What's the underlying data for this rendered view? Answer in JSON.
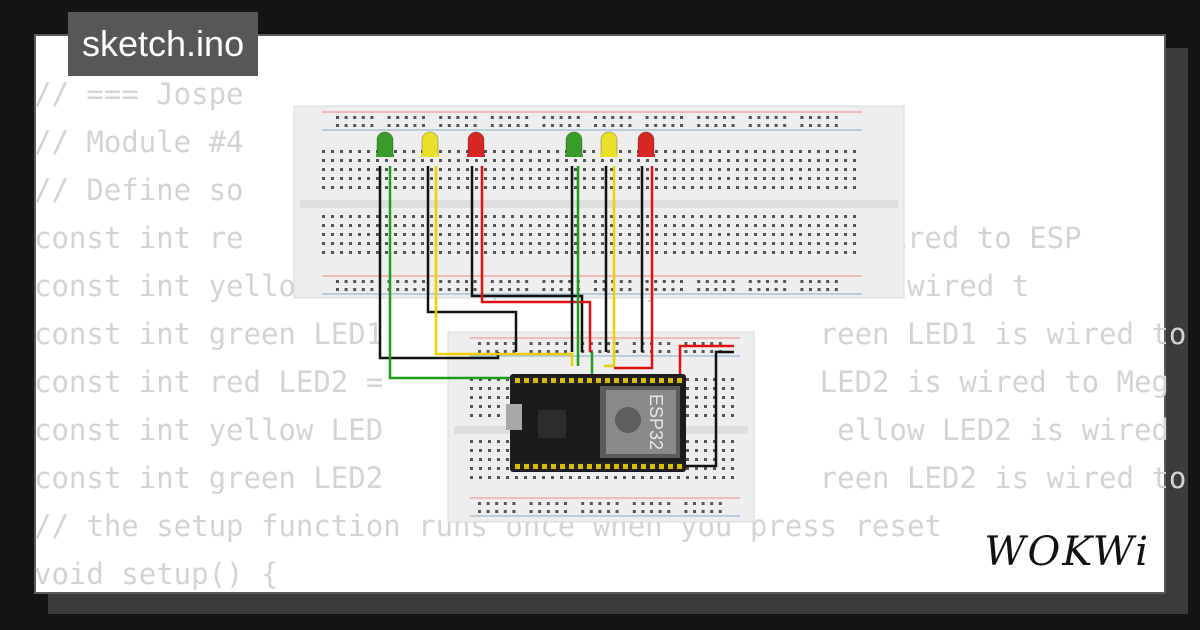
{
  "file_tab": {
    "title": "sketch.ino"
  },
  "code_lines": [
    "// === Jospe",
    "// Module #4",
    "// Define so",
    "const int re                                    wired to ESP",
    "const int yellow LED1 = 12; // The yellow LED1 is wired t",
    "const int green LED1                         reen LED1 is wired to",
    "const int red LED2 =                         LED2 is wired to Meg",
    "const int yellow LED                          ellow LED2 is wired",
    "const int green LED2                         reen LED2 is wired to",
    "// the setup function runs once when you press reset",
    "void setup() {"
  ],
  "diagram": {
    "board_label": "ESP32",
    "led_colors": [
      "#3a9a2a",
      "#e8e02a",
      "#d62626",
      "#3a9a2a",
      "#e8e02a",
      "#d62626"
    ],
    "wire_colors": {
      "green": "#1f9c1f",
      "yellow": "#f0d000",
      "red": "#e01010",
      "black": "#111111"
    }
  },
  "brand": {
    "logo": "WOKWi"
  }
}
